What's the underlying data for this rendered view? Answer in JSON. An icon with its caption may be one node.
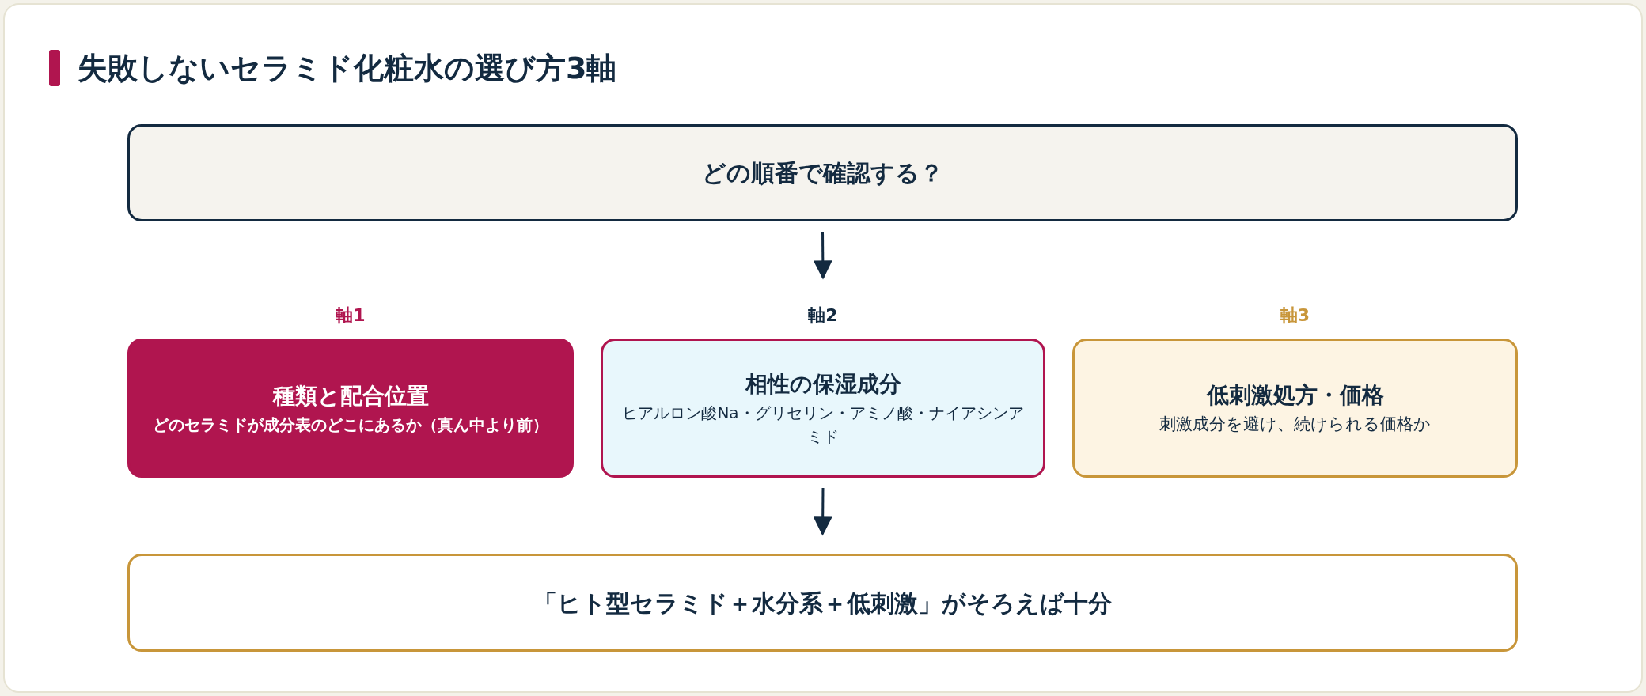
{
  "diagram": {
    "title": "失敗しないセラミド化粧水の選び方3軸",
    "nodes": [
      {
        "text": [
          "どの順番で確認する？"
        ]
      },
      {
        "text": [
          "種類と配合位置",
          "どのセラミドが成分表のどこにあるか（真ん中より前）"
        ],
        "beside": [
          "軸1"
        ]
      },
      {
        "text": [
          "相性の保湿成分",
          "ヒアルロン酸Na・グリセリン・アミノ酸・ナイアシンアミド"
        ],
        "beside": [
          "軸2"
        ]
      },
      {
        "text": [
          "低刺激処方・価格",
          "刺激成分を避け、続けられる価格か"
        ],
        "beside": [
          "軸3"
        ]
      },
      {
        "text": [
          "「ヒト型セラミド＋水分系＋低刺激」がそろえば十分"
        ]
      }
    ],
    "edges": [
      {
        "from": 0,
        "to": 2,
        "arrow": "to"
      },
      {
        "from": 2,
        "to": 4,
        "arrow": "to"
      }
    ]
  }
}
